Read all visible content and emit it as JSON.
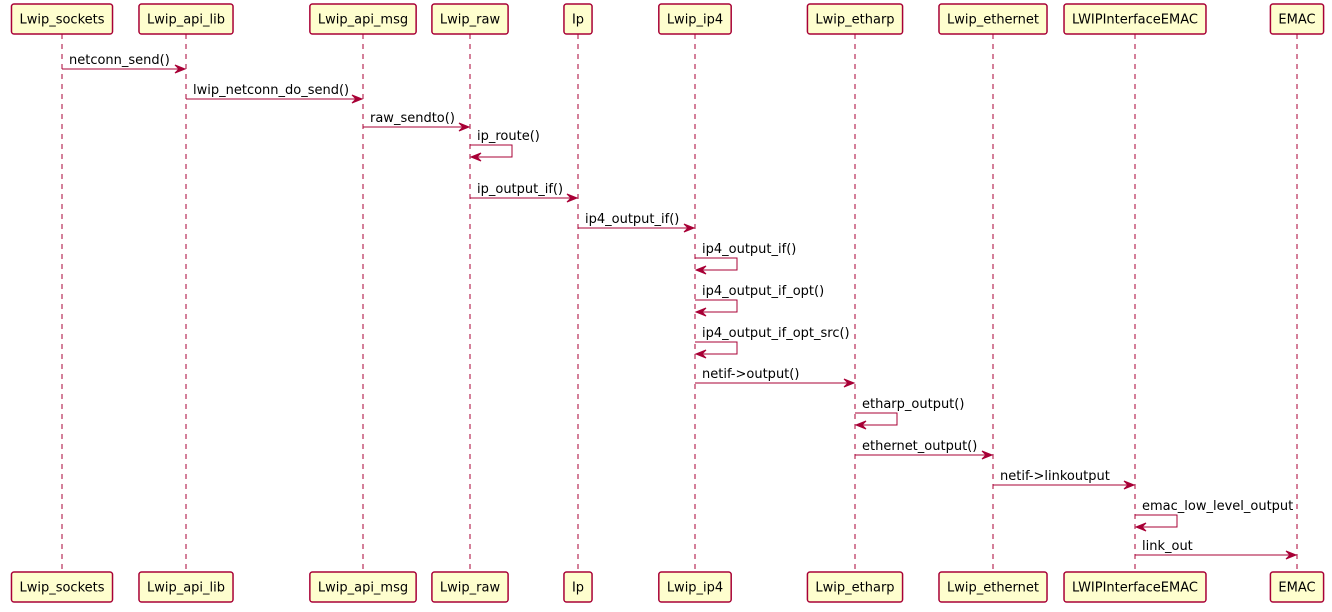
{
  "participants": [
    {
      "id": "sockets",
      "label": "Lwip_sockets"
    },
    {
      "id": "apilib",
      "label": "Lwip_api_lib"
    },
    {
      "id": "apimsg",
      "label": "Lwip_api_msg"
    },
    {
      "id": "raw",
      "label": "Lwip_raw"
    },
    {
      "id": "ip",
      "label": "Ip"
    },
    {
      "id": "ip4",
      "label": "Lwip_ip4"
    },
    {
      "id": "etharp",
      "label": "Lwip_etharp"
    },
    {
      "id": "ethernet",
      "label": "Lwip_ethernet"
    },
    {
      "id": "emacif",
      "label": "LWIPInterfaceEMAC"
    },
    {
      "id": "emac",
      "label": "EMAC"
    }
  ],
  "messages": [
    {
      "from": "sockets",
      "to": "apilib",
      "label": "netconn_send()"
    },
    {
      "from": "apilib",
      "to": "apimsg",
      "label": "lwip_netconn_do_send()"
    },
    {
      "from": "apimsg",
      "to": "raw",
      "label": "raw_sendto()"
    },
    {
      "from": "raw",
      "to": "raw",
      "label": "ip_route()"
    },
    {
      "from": "raw",
      "to": "ip",
      "label": "ip_output_if()"
    },
    {
      "from": "ip",
      "to": "ip4",
      "label": "ip4_output_if()"
    },
    {
      "from": "ip4",
      "to": "ip4",
      "label": "ip4_output_if()"
    },
    {
      "from": "ip4",
      "to": "ip4",
      "label": "ip4_output_if_opt()"
    },
    {
      "from": "ip4",
      "to": "ip4",
      "label": "ip4_output_if_opt_src()"
    },
    {
      "from": "ip4",
      "to": "etharp",
      "label": "netif->output()"
    },
    {
      "from": "etharp",
      "to": "etharp",
      "label": "etharp_output()"
    },
    {
      "from": "etharp",
      "to": "ethernet",
      "label": "ethernet_output()"
    },
    {
      "from": "ethernet",
      "to": "emacif",
      "label": "netif->linkoutput"
    },
    {
      "from": "emacif",
      "to": "emacif",
      "label": "emac_low_level_output"
    },
    {
      "from": "emacif",
      "to": "emac",
      "label": "link_out"
    }
  ],
  "colors": {
    "participant_fill": "#FEFECE",
    "participant_border": "#A80036",
    "line": "#A80036"
  }
}
